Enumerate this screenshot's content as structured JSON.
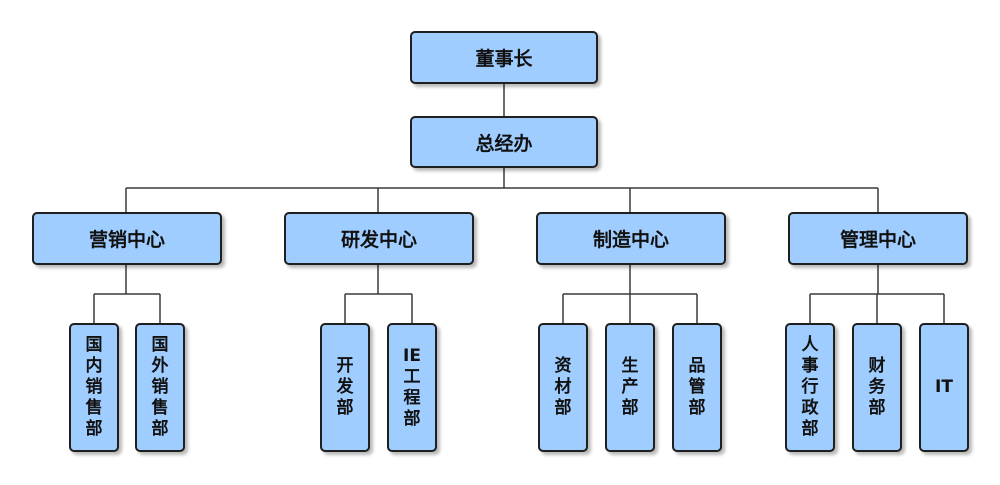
{
  "org": {
    "chairman": "董事长",
    "general_office": "总经办",
    "centers": [
      {
        "label": "营销中心",
        "departments": [
          "国内销售部",
          "国外销售部"
        ]
      },
      {
        "label": "研发中心",
        "departments": [
          "开发部",
          "IE工程部"
        ]
      },
      {
        "label": "制造中心",
        "departments": [
          "资材部",
          "生产部",
          "品管部"
        ]
      },
      {
        "label": "管理中心",
        "departments": [
          "人事行政部",
          "财务部",
          "IT"
        ]
      }
    ]
  },
  "colors": {
    "box_fill": "#9fcdff",
    "box_border": "#1f1f1f",
    "connector": "#3a3a3a"
  }
}
